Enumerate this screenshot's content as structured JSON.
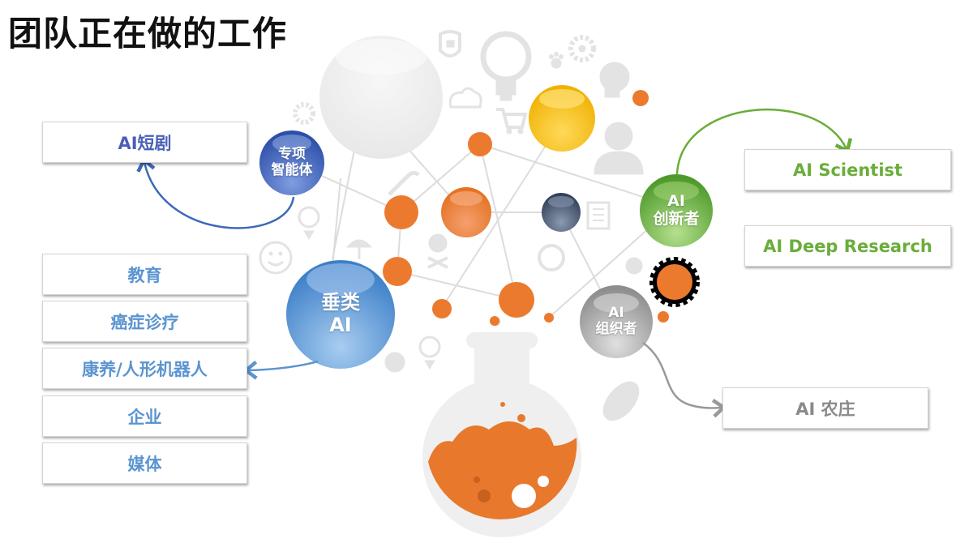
{
  "title": "团队正在做的工作",
  "nodes": {
    "specialized_agent": {
      "line1": "专项",
      "line2": "智能体",
      "color": "#3f5fb5"
    },
    "vertical_ai": {
      "line1": "垂类",
      "line2": "AI",
      "color": "#4a8ad0"
    },
    "ai_innovator": {
      "line1": "AI",
      "line2": "创新者",
      "color": "#6ab040"
    },
    "ai_organizer": {
      "line1": "AI",
      "line2": "组织者",
      "color": "#9a9a9a"
    }
  },
  "boxes": {
    "specialized_agent": [
      {
        "label": "AI短剧"
      }
    ],
    "vertical_ai": [
      {
        "label": "教育"
      },
      {
        "label": "癌症诊疗"
      },
      {
        "label": "康养/人形机器人"
      },
      {
        "label": "企业"
      },
      {
        "label": "媒体"
      }
    ],
    "ai_innovator": [
      {
        "label": "AI Scientist"
      },
      {
        "label": "AI Deep Research"
      }
    ],
    "ai_organizer": [
      {
        "label": "AI 农庄"
      }
    ]
  },
  "decor_icons": [
    "lock-shield-icon",
    "lightbulb-icon",
    "gear-icon",
    "paw-icon",
    "brain-head-icon",
    "cloud-icon",
    "cart-icon",
    "person-icon",
    "wrench-icon",
    "umbrella-icon",
    "smiley-icon",
    "skull-icon",
    "alarm-clock-icon",
    "document-wrench-icon",
    "football-icon",
    "flask-icon"
  ],
  "colors": {
    "orange": "#ec7a2e",
    "yellow": "#f5b800",
    "navy": "#3d4a60",
    "gray_icon": "#e2e2e2"
  }
}
